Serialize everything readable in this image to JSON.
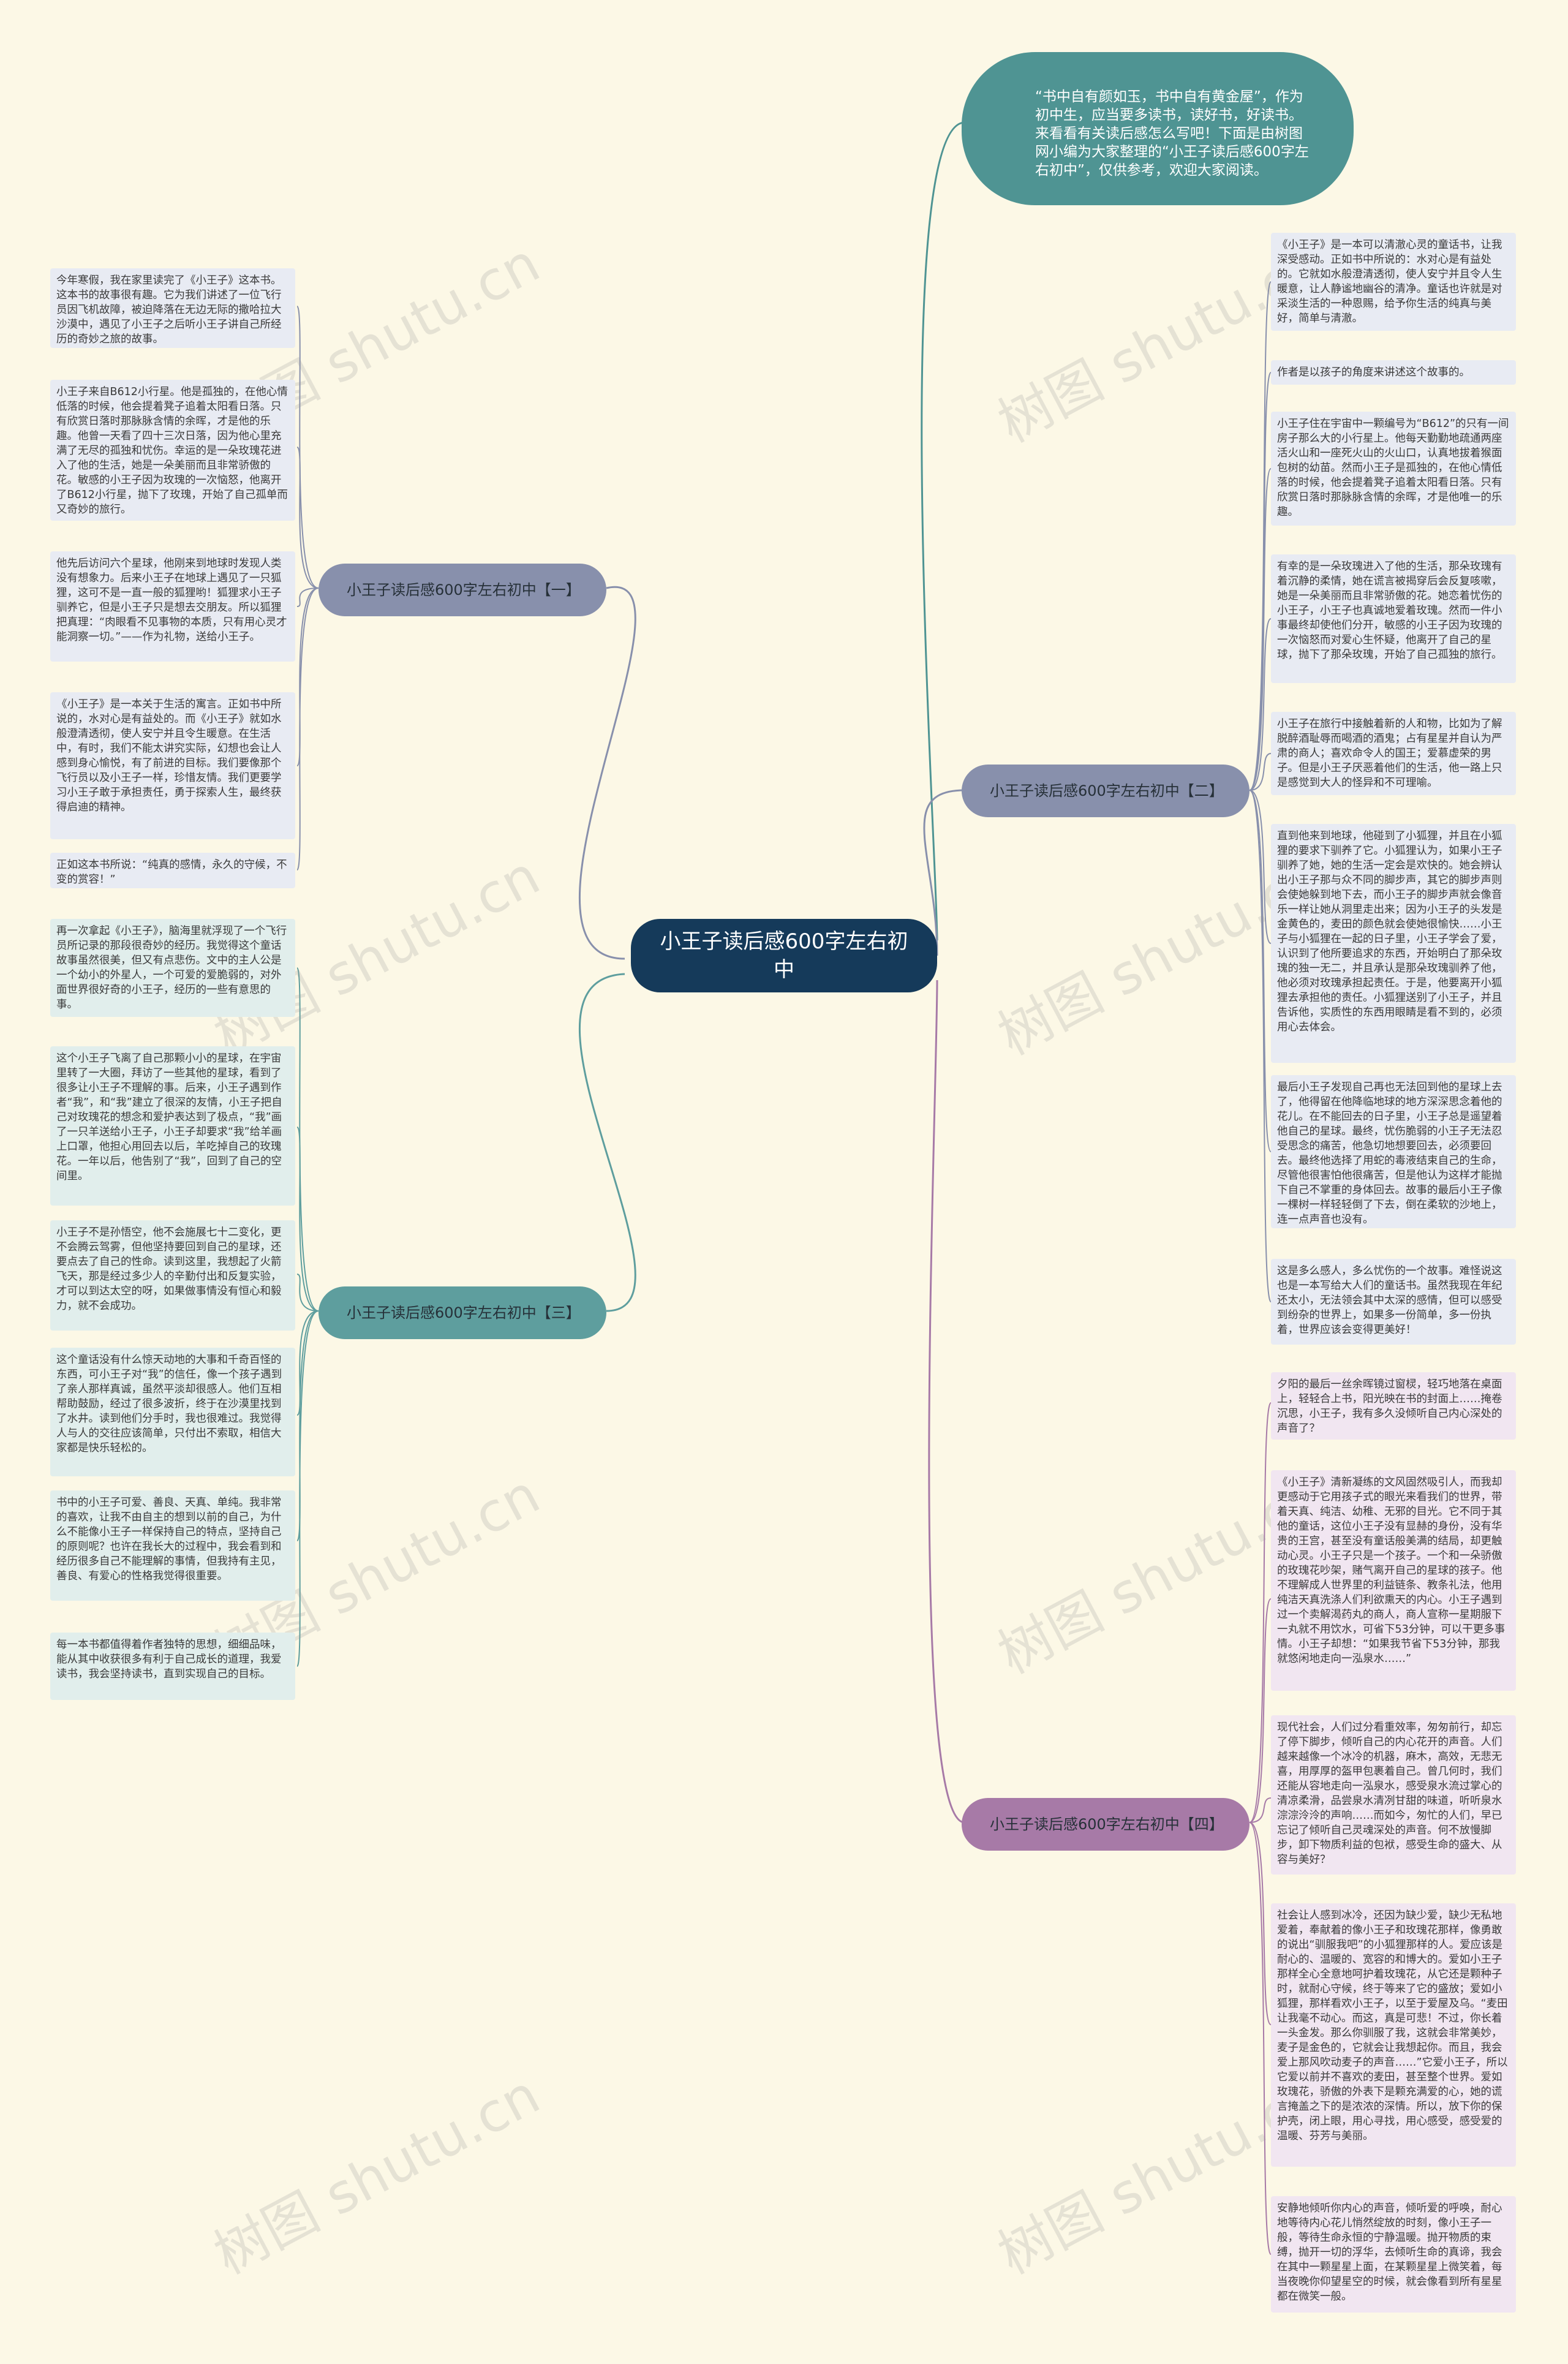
{
  "center": {
    "label": "小王子读后感600字左右初中"
  },
  "intro": {
    "text": "“书中自有颜如玉，书中自有黄金屋”，作为初中生，应当要多读书，读好书，好读书。来看看有关读后感怎么写吧！下面是由树图网小编为大家整理的“小王子读后感600字左右初中”，仅供参考，欢迎大家阅读。"
  },
  "branches": {
    "b1": {
      "label": "小王子读后感600字左右初中【一】"
    },
    "b2": {
      "label": "小王子读后感600字左右初中【二】"
    },
    "b3": {
      "label": "小王子读后感600字左右初中【三】"
    },
    "b4": {
      "label": "小王子读后感600字左右初中【四】"
    }
  },
  "leaves1": [
    "今年寒假，我在家里读完了《小王子》这本书。这本书的故事很有趣。它为我们讲述了一位飞行员因飞机故障，被迫降落在无边无际的撒哈拉大沙漠中，遇见了小王子之后听小王子讲自己所经历的奇妙之旅的故事。",
    "小王子来自B612小行星。他是孤独的，在他心情低落的时候，他会提着凳子追着太阳看日落。只有欣赏日落时那脉脉含情的余晖，才是他的乐趣。他曾一天看了四十三次日落，因为他心里充满了无尽的孤独和忧伤。幸运的是一朵玫瑰花进入了他的生活，她是一朵美丽而且非常骄傲的花。敏感的小王子因为玫瑰的一次恼怒，他离开了B612小行星，抛下了玫瑰，开始了自己孤单而又奇妙的旅行。",
    "他先后访问六个星球，他刚来到地球时发现人类没有想象力。后来小王子在地球上遇见了一只狐狸，这可不是一直一般的狐狸哟！狐狸求小王子驯养它，但是小王子只是想去交朋友。所以狐狸把真理：“肉眼看不见事物的本质，只有用心灵才能洞察一切。”——作为礼物，送给小王子。",
    "《小王子》是一本关于生活的寓言。正如书中所说的，水对心是有益处的。而《小王子》就如水般澄清透彻，使人安宁并且令生暖意。在生活中，有时，我们不能太讲究实际，幻想也会让人感到身心愉悦，有了前进的目标。我们要像那个飞行员以及小王子一样，珍惜友情。我们更要学习小王子敢于承担责任，勇于探索人生，最终获得启迪的精神。",
    "正如这本书所说：“纯真的感情，永久的守候，不变的赏容！”"
  ],
  "leaves2": [
    "《小王子》是一本可以清澈心灵的童话书，让我深受感动。正如书中所说的：水对心是有益处的。它就如水般澄清透彻，使人安宁并且令人生暖意，让人静谧地幽谷的清净。童话也许就是对采淡生活的一种恩赐，给予你生活的纯真与美好，简单与清澈。",
    "作者是以孩子的角度来讲述这个故事的。",
    "小王子住在宇宙中一颗编号为“B612”的只有一间房子那么大的小行星上。他每天勤勤地疏通两座活火山和一座死火山的火山口，认真地拔着猴面包树的幼苗。然而小王子是孤独的，在他心情低落的时候，他会提着凳子追着太阳看日落。只有欣赏日落时那脉脉含情的余晖，才是他唯一的乐趣。",
    "有幸的是一朵玫瑰进入了他的生活，那朵玫瑰有着沉静的柔情，她在谎言被揭穿后会反复咳嗽，她是一朵美丽而且非常骄傲的花。她恋着忧伤的小王子，小王子也真诚地爱着玫瑰。然而一件小事最终却使他们分开，敏感的小王子因为玫瑰的一次恼怒而对爱心生怀疑，他离开了自己的星球，抛下了那朵玫瑰，开始了自己孤独的旅行。",
    "小王子在旅行中接触着新的人和物，比如为了解脱醉酒耻辱而喝酒的酒鬼；占有星星并自认为严肃的商人；喜欢命令人的国王；爱慕虚荣的男子。但是小王子厌恶着他们的生活，他一路上只是感觉到大人的怪异和不可理喻。",
    "直到他来到地球，他碰到了小狐狸，并且在小狐狸的要求下驯养了它。小狐狸认为，如果小王子驯养了她，她的生活一定会是欢快的。她会辨认出小王子那与众不同的脚步声，其它的脚步声则会使她躲到地下去，而小王子的脚步声就会像音乐一样让她从洞里走出来；因为小王子的头发是金黄色的，麦田的颜色就会使她很愉快……小王子与小狐狸在一起的日子里，小王子学会了爱，认识到了他所要追求的东西，开始明白了那朵玫瑰的独一无二，并且承认是那朵玫瑰驯养了他，他必须对玫瑰承担起责任。于是，他要离开小狐狸去承担他的责任。小狐狸送别了小王子，并且告诉他，实质性的东西用眼睛是看不到的，必须用心去体会。",
    "最后小王子发现自己再也无法回到他的星球上去了，他得留在他降临地球的地方深深思念着他的花儿。在不能回去的日子里，小王子总是遥望着他自己的星球。最终，忧伤脆弱的小王子无法忍受思念的痛苦，他急切地想要回去，必须要回去。最终他选择了用蛇的毒液结束自己的生命，尽管他很害怕他很痛苦，但是他认为这样才能抛下自己不掌重的身体回去。故事的最后小王子像一棵树一样轻轻倒了下去，倒在柔软的沙地上，连一点声音也没有。",
    "这是多么感人，多么忧伤的一个故事。难怪说这也是一本写给大人们的童话书。虽然我现在年纪还太小，无法领会其中太深的感情，但可以感受到纷杂的世界上，如果多一份简单，多一份执着，世界应该会变得更美好！"
  ],
  "leaves3": [
    "再一次拿起《小王子》，脑海里就浮现了一个飞行员所记录的那段很奇妙的经历。我觉得这个童话故事虽然很美，但又有点悲伤。文中的主人公是一个幼小的外星人，一个可爱的爱脆弱的，对外面世界很好奇的小王子，经历的一些有意思的事。",
    "这个小王子飞离了自己那颗小小的星球，在宇宙里转了一大圈，拜访了一些其他的星球，看到了很多让小王子不理解的事。后来，小王子遇到作者“我”，和“我”建立了很深的友情，小王子把自己对玫瑰花的想念和爱护表达到了极点，“我”画了一只羊送给小王子，小王子却要求“我”给羊画上口罩，他担心用回去以后，羊吃掉自己的玫瑰花。一年以后，他告别了“我”，回到了自己的空间里。",
    "小王子不是孙悟空，他不会施展七十二变化，更不会腾云驾雾，但他坚持要回到自己的星球，还要点去了自己的性命。读到这里，我想起了火箭飞天，那是经过多少人的辛勤付出和反复实验，才可以到达太空的呀，如果做事情没有恒心和毅力，就不会成功。",
    "这个童话没有什么惊天动地的大事和千奇百怪的东西，可小王子对“我”的信任，像一个孩子遇到了亲人那样真诚，虽然平淡却很感人。他们互相帮助鼓励，经过了很多波折，终于在沙漠里找到了水井。读到他们分手时，我也很难过。我觉得人与人的交往应该简单，只付出不索取，相信大家都是快乐轻松的。",
    "书中的小王子可爱、善良、天真、单纯。我非常的喜欢，让我不由自主的想到以前的自己，为什么不能像小王子一样保持自己的特点，坚持自己的原则呢？也许在我长大的过程中，我会看到和经历很多自己不能理解的事情，但我持有主见，善良、有爱心的性格我觉得很重要。",
    "每一本书都值得着作者独特的思想，细细品味，能从其中收获很多有利于自己成长的道理，我爱读书，我会坚持读书，直到实现自己的目标。"
  ],
  "leaves4": [
    "夕阳的最后一丝余晖镜过窗棂，轻巧地落在桌面上，轻轻合上书，阳光映在书的封面上……掩卷沉思，小王子，我有多久没倾听自己内心深处的声音了？",
    "《小王子》清新凝练的文风固然吸引人，而我却更感动于它用孩子式的眼光来看我们的世界，带着天真、纯洁、幼稚、无邪的目光。它不同于其他的童话，这位小王子没有显赫的身份，没有华贵的王宫，甚至没有童话般美满的结局，却更触动心灵。小王子只是一个孩子。一个和一朵骄傲的玫瑰花吵架，赌气离开自己的星球的孩子。他不理解成人世界里的利益链条、教条礼法，他用纯洁天真洗涤人们利欲熏天的内心。小王子遇到过一个卖解渴药丸的商人，商人宣称一星期服下一丸就不用饮水，可省下53分钟，可以干更多事情。小王子却想：“如果我节省下53分钟，那我就悠闲地走向一泓泉水……”",
    "现代社会，人们过分看重效率，匆匆前行，却忘了停下脚步，倾听自己的内心花开的声音。人们越来越像一个冰冷的机器，麻木，高效，无悲无喜，用厚厚的盔甲包裹着自己。曾几何时，我们还能从容地走向一泓泉水，感受泉水流过掌心的清凉柔滑，品尝泉水清冽甘甜的味道，听听泉水淙淙泠泠的声响……而如今，匆忙的人们，早已忘记了倾听自己灵魂深处的声音。何不放慢脚步，卸下物质利益的包袱，感受生命的盛大、从容与美好？",
    "社会让人感到冰冷，还因为缺少爱，缺少无私地爱着，奉献着的像小王子和玫瑰花那样，像勇敢的说出“驯服我吧”的小狐狸那样的人。爱应该是耐心的、温暖的、宽容的和博大的。爱如小王子那样全心全意地呵护着玫瑰花，从它还是颗种子时，就耐心守候，终于等来了它的盛放；爱如小狐狸，那样看欢小王子，以至于爱屋及乌。“麦田让我毫不动心。而这，真是可悲！不过，你长着一头金发。那么你驯服了我，这就会非常美妙，麦子是金色的，它就会让我想起你。而且，我会爱上那风吹动麦子的声音……”它爱小王子，所以它爱以前并不喜欢的麦田，甚至整个世界。爱如玫瑰花，骄傲的外表下是颗充满爱的心，她的谎言掩盖之下的是浓浓的深情。所以，放下你的保护壳，闭上眼，用心寻找，用心感受，感受爱的温暖、芬芳与美丽。",
    "安静地倾听你内心的声音，倾听爱的呼唤，耐心地等待内心花儿悄然绽放的时刻，像小王子一般，等待生命永恒的宁静温暖。抛开物质的束缚，抛开一切的浮华，去倾听生命的真谛，我会在其中一颗星星上面，在某颗星星上微笑着，每当夜晚你仰望星空的时候，就会像看到所有星星都在微笑一般。"
  ],
  "watermark": "树图 shutu.cn",
  "colors": {
    "center": "#153a5a",
    "intro": "#4f9493",
    "branch1": "#8890ac",
    "branch2": "#8890ac",
    "branch3": "#5e9e9e",
    "branch4": "#a77aa7",
    "background": "#fcf8e6"
  }
}
